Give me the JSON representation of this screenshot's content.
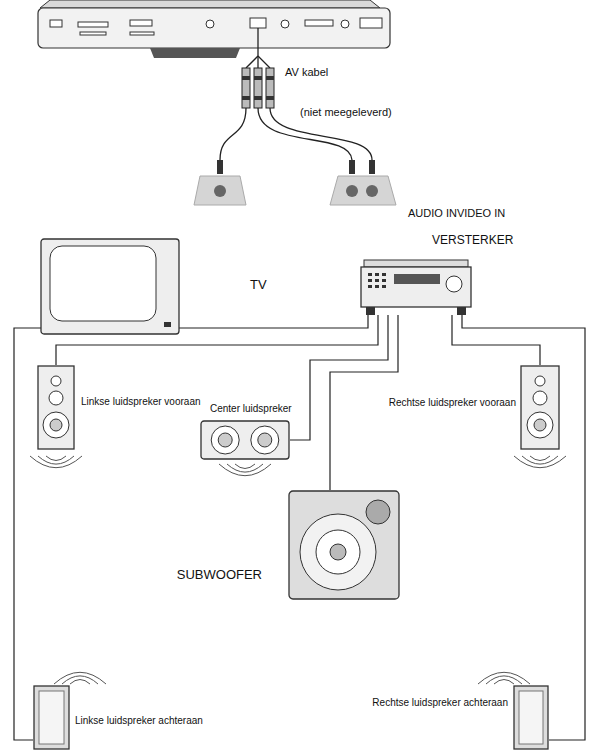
{
  "diagram": {
    "nodes": [
      {
        "text": [
          "TV"
        ]
      },
      {
        "text": [
          "VERSTERKER"
        ]
      },
      {
        "text": [
          "Linkse luidspreker vooraan"
        ]
      },
      {
        "text": [
          "Center luidspreker"
        ]
      },
      {
        "text": [
          "Rechtse luidspreker vooraan"
        ]
      },
      {
        "text": [
          "SUBWOOFER"
        ]
      },
      {
        "text": [
          "Linkse luidspreker achteraan"
        ]
      },
      {
        "text": [
          "Rechtse luidspreker achteraan"
        ]
      }
    ],
    "edges": [
      {
        "from": 1,
        "to": 2,
        "arrow": "none"
      },
      {
        "from": 1,
        "to": 3,
        "arrow": "none"
      },
      {
        "from": 1,
        "to": 4,
        "arrow": "none"
      },
      {
        "from": 1,
        "to": 5,
        "arrow": "none"
      },
      {
        "from": 1,
        "to": 6,
        "arrow": "none"
      },
      {
        "from": 1,
        "to": 7,
        "arrow": "none"
      }
    ],
    "labels": [
      "AV kabel",
      "(niet meegeleverd)",
      "AUDIO INVIDEO IN"
    ]
  }
}
